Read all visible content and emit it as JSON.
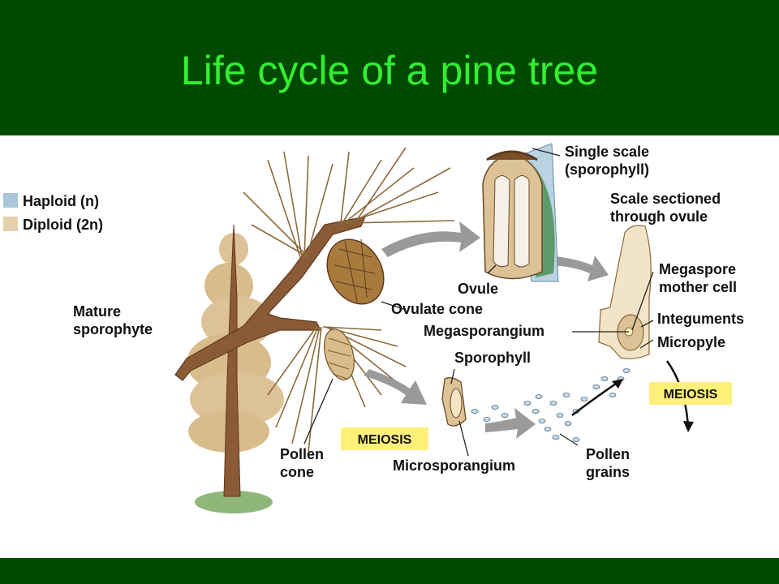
{
  "title": "Life cycle of a pine tree",
  "legend": {
    "haploid": {
      "label": "Haploid (n)",
      "color": "#a9c7d9"
    },
    "diploid": {
      "label": "Diploid (2n)",
      "color": "#e6cfaa"
    }
  },
  "labels": {
    "mature_sporophyte_1": "Mature",
    "mature_sporophyte_2": "sporophyte",
    "single_scale_1": "Single scale",
    "single_scale_2": "(sporophyll)",
    "scale_sectioned_1": "Scale sectioned",
    "scale_sectioned_2": "through ovule",
    "ovule": "Ovule",
    "ovulate_cone": "Ovulate cone",
    "megaspore_mother_1": "Megaspore",
    "megaspore_mother_2": "mother cell",
    "integuments": "Integuments",
    "micropyle": "Micropyle",
    "megasporangium": "Megasporangium",
    "sporophyll": "Sporophyll",
    "pollen_cone_1": "Pollen",
    "pollen_cone_2": "cone",
    "microsporangium": "Microsporangium",
    "pollen_grains_1": "Pollen",
    "pollen_grains_2": "grains"
  },
  "meiosis": [
    "MEIOSIS",
    "MEIOSIS"
  ],
  "colors": {
    "header_bg": "#004a00",
    "title_text": "#33ee33",
    "meiosis_box": "#fff07a",
    "arrow_gray": "#9a9a9a",
    "bark": "#8b5a36",
    "cone": "#a87a3c"
  }
}
